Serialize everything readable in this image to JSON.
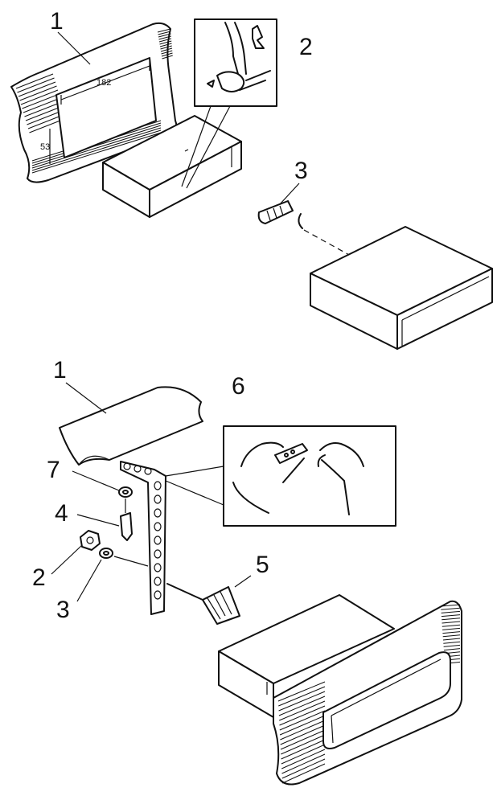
{
  "callouts": {
    "top_1": "1",
    "top_2": "2",
    "top_3": "3",
    "bottom_1": "1",
    "bottom_6": "6",
    "bottom_7": "7",
    "bottom_4": "4",
    "bottom_2": "2",
    "bottom_3": "3",
    "bottom_5": "5"
  },
  "dimensions": {
    "width": "182",
    "height": "53"
  }
}
